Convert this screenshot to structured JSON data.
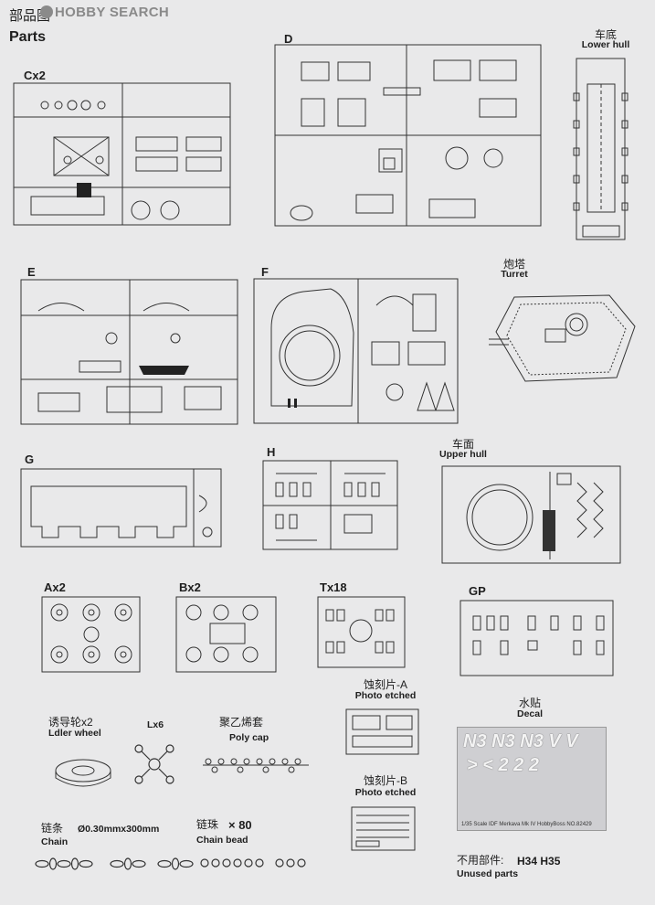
{
  "watermark": "HOBBY SEARCH",
  "page_title_cn": "部品图",
  "page_title_en": "Parts",
  "sprues": {
    "cx2": "Cx2",
    "d": "D",
    "lower_hull_cn": "车底",
    "lower_hull_en": "Lower hull",
    "e": "E",
    "f": "F",
    "turret_cn": "炮塔",
    "turret_en": "Turret",
    "g": "G",
    "h": "H",
    "upper_hull_cn": "车面",
    "upper_hull_en": "Upper hull",
    "ax2": "Ax2",
    "bx2": "Bx2",
    "tx18": "Tx18",
    "gp": "GP"
  },
  "extras": {
    "photo_a_cn": "蚀刻片-A",
    "photo_a_en": "Photo etched",
    "decal_cn": "水贴",
    "decal_en": "Decal",
    "idler_cn": "诱导轮x2",
    "idler_en": "Ldler wheel",
    "l_label": "Lx6",
    "polycap_cn": "聚乙烯套",
    "polycap_en": "Poly cap",
    "photo_b_cn": "蚀刻片-B",
    "photo_b_en": "Photo etched",
    "chain_cn": "链条",
    "chain_spec": "Ø0.30mmx300mm",
    "chain_en": "Chain",
    "chain_bead_cn": "链珠",
    "chain_bead_qty": "× 80",
    "chain_bead_en": "Chain bead",
    "unused_cn": "不用部件:",
    "unused_parts": "H34 H35",
    "unused_en": "Unused parts"
  },
  "decal_sheet": {
    "row1": "N3 N3 N3 V V",
    "row2": "> < 2 2 2",
    "footer": "1/35 Scale    IDF Merkava Mk IV    HobbyBoss   NO.82429"
  }
}
